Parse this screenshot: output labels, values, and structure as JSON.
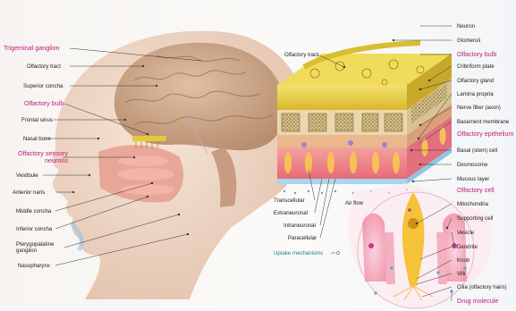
{
  "colors": {
    "accent_label": "#c2187a",
    "mechanism_label": "#1f7f88",
    "leader_line": "#333333",
    "bulb_yellow": "#e9cf3a",
    "epithelium_pink": "#ee7a86",
    "brain": "#cfa88b"
  },
  "labels": {
    "left": {
      "trigeminal_ganglion": "Trigeminal ganglion",
      "olfactory_tract": "Olfactory tract",
      "superior_concha": "Superior concha",
      "olfactory_bulb": "Olfactory bulb",
      "frontal_sinus": "Frontal sinus",
      "nasal_bone": "Nasal bone",
      "olfactory_sensory_neurons": "Olfactory sensory neurons",
      "vestibule": "Vestibule",
      "anterior_naris": "Anterior naris",
      "middle_concha": "Middle concha",
      "inferior_concha": "Inferior concha",
      "pterygopalatine_ganglion": "Pterygopalatine ganglion",
      "nasopharynx": "Nasopharynx"
    },
    "middle": {
      "olfactory_tract": "Olfactory tract",
      "transcellular": "Transcellular",
      "extraneuronal": "Extraneuronal",
      "intraneuronal": "Intraneuronal",
      "paracellular": "Paracellular",
      "air_flow": "Air flow",
      "uptake_mechanisms": "Uptake mechanisms"
    },
    "right": {
      "neuron": "Neuron",
      "glomeruli": "Glomeruli",
      "olfactory_bulb": "Olfactory bulb",
      "cribriform_plate": "Cribriform plate",
      "olfactory_gland": "Olfactory gland",
      "lamina_propria": "Lamina propria",
      "nerve_fiber": "Nerve fiber (axon)",
      "basement_membrane": "Basement membrane",
      "olfactory_epithelium": "Olfactory epithelium",
      "basal_cell": "Basal (stem) cell",
      "desmosome": "Desmosome",
      "mucous_layer": "Mucous layer",
      "olfactory_cell": "Olfactory cell",
      "mitochondria": "Mitochondria",
      "supporting_cell": "Supporting cell",
      "vesicle": "Vesicle",
      "dendrite": "Dendrite",
      "knob": "Knob",
      "villi": "Villi",
      "cilia": "Cilia (olfactory hairs)",
      "drug_molecule": "Drug molecule"
    }
  }
}
